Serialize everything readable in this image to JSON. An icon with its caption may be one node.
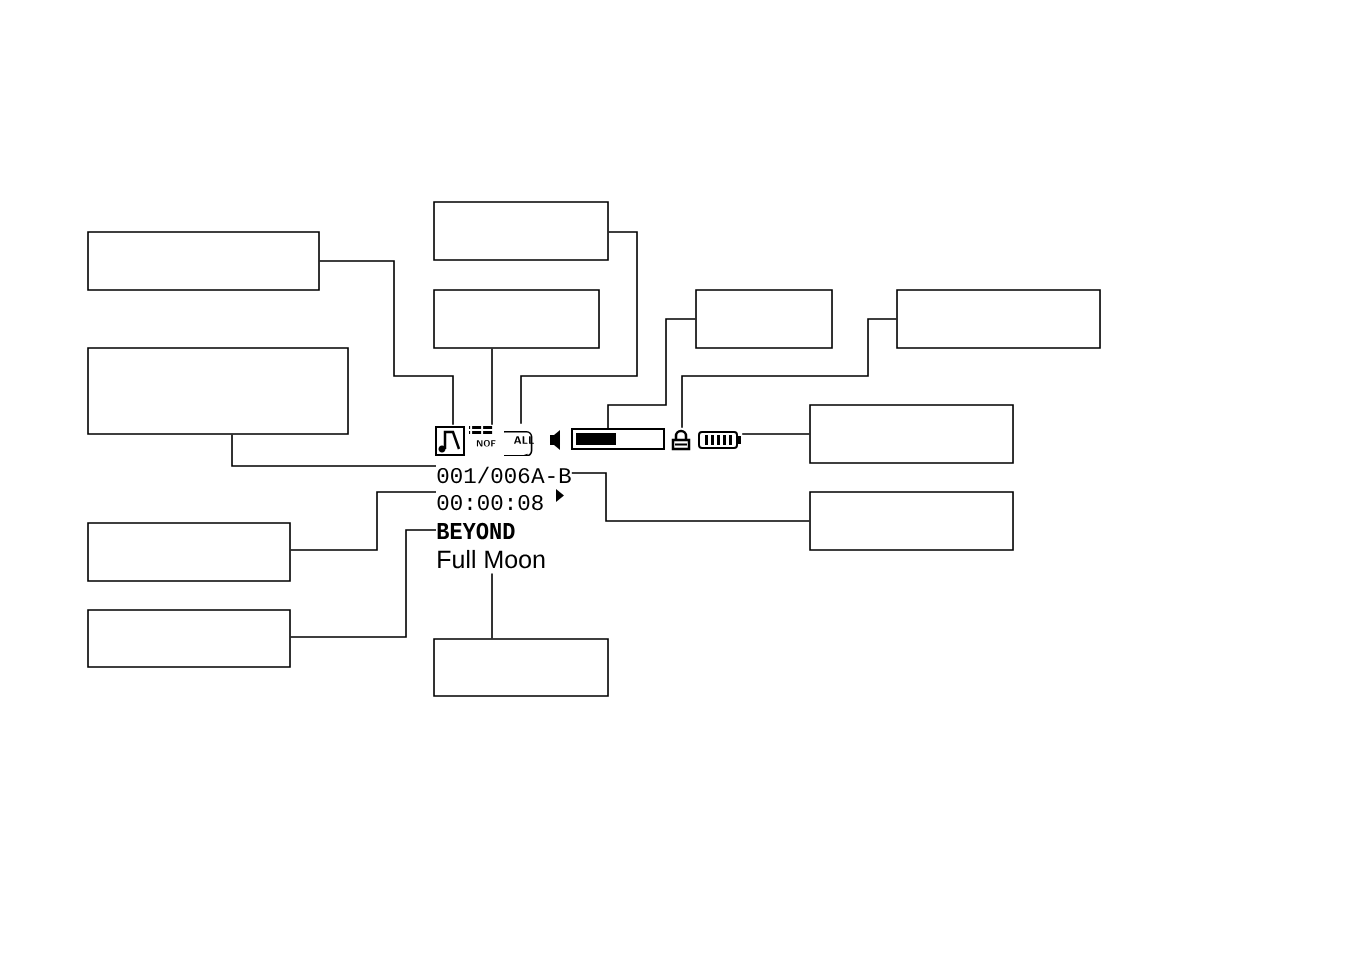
{
  "diagram": {
    "nodes": [
      {
        "text": [],
        "shape": "box"
      },
      {
        "text": [],
        "shape": "box"
      },
      {
        "text": [],
        "shape": "box"
      },
      {
        "text": [],
        "shape": "box"
      },
      {
        "text": [],
        "shape": "box"
      },
      {
        "text": [],
        "shape": "box"
      },
      {
        "text": [],
        "shape": "box"
      },
      {
        "text": [],
        "shape": "box"
      },
      {
        "text": [],
        "shape": "box"
      },
      {
        "text": [],
        "shape": "box"
      },
      {
        "text": [],
        "shape": "box"
      },
      {
        "text": [],
        "shape": "picture"
      },
      {
        "text": [
          "NOF"
        ]
      },
      {
        "text": [
          "ALL"
        ]
      },
      {
        "text": [],
        "shape": "bar"
      },
      {
        "text": [],
        "shape": "picture"
      },
      {
        "text": [],
        "shape": "picture"
      },
      {
        "text": [
          "001/006"
        ]
      },
      {
        "text": [
          "A-B"
        ]
      },
      {
        "text": [
          "00:00:08"
        ]
      },
      {
        "text": [
          "BEYOND"
        ]
      },
      {
        "text": [
          "Full Moon"
        ]
      }
    ],
    "edges": [
      {
        "from": 1,
        "to": 11,
        "arrow": "none"
      },
      {
        "from": 2,
        "to": 12,
        "arrow": "none"
      },
      {
        "from": 0,
        "to": 13,
        "arrow": "none"
      },
      {
        "from": 3,
        "to": 14,
        "arrow": "none"
      },
      {
        "from": 4,
        "to": 15,
        "arrow": "none"
      },
      {
        "from": 6,
        "to": 16,
        "arrow": "none"
      },
      {
        "from": 5,
        "to": 17,
        "arrow": "none"
      },
      {
        "from": 7,
        "to": 18,
        "arrow": "none"
      },
      {
        "from": 8,
        "to": 19,
        "arrow": "none"
      },
      {
        "from": 9,
        "to": 20,
        "arrow": "none"
      },
      {
        "from": 10,
        "to": 21,
        "arrow": "none"
      }
    ]
  }
}
